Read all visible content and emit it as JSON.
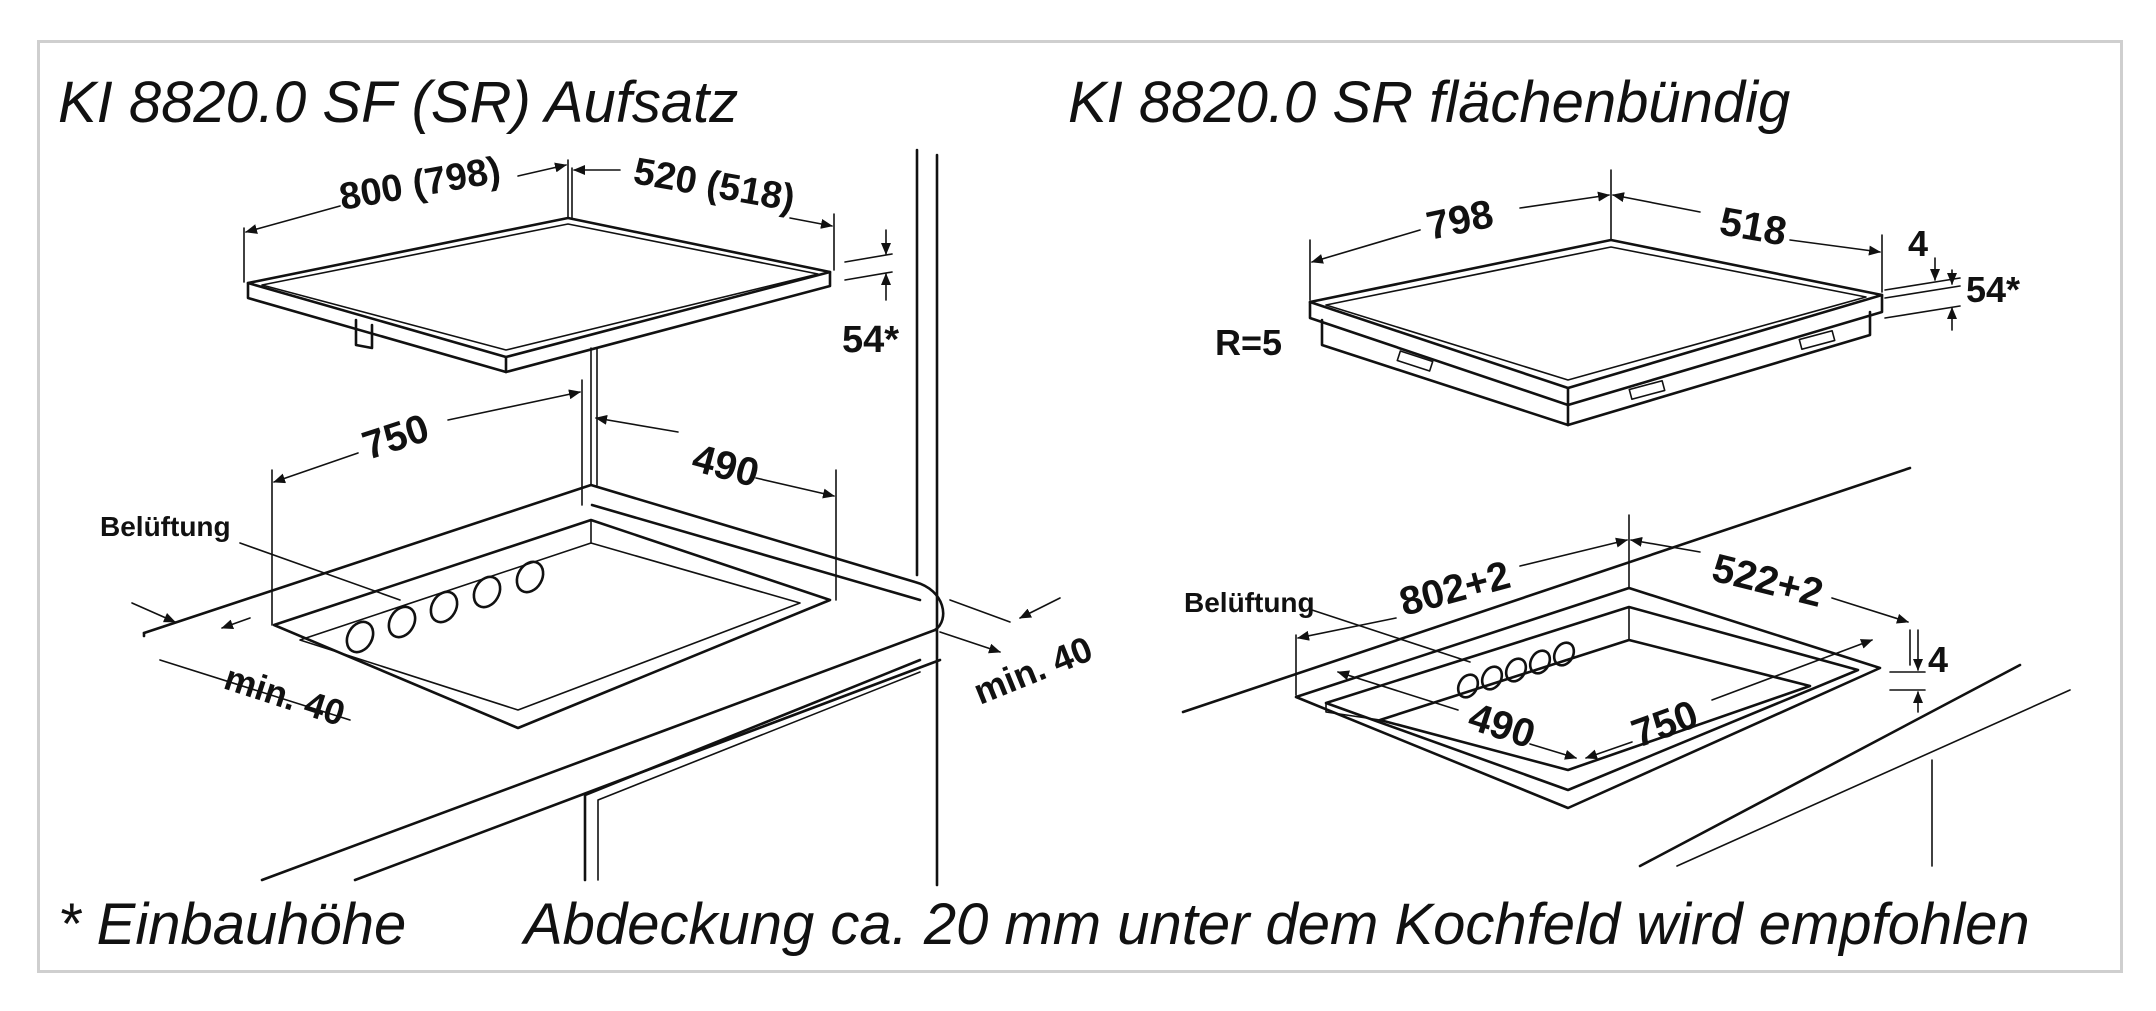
{
  "titles": {
    "left": "KI 8820.0 SF (SR) Aufsatz",
    "right": "KI 8820.0 SR flächenbündig"
  },
  "left_hob": {
    "width": "800 (798)",
    "depth": "520 (518)",
    "height": "54*"
  },
  "left_cutout": {
    "width": "750",
    "depth": "490",
    "ventilation_label": "Belüftung",
    "min_front": "min. 40",
    "min_side": "min. 40"
  },
  "right_hob": {
    "width": "798",
    "depth": "518",
    "radius": "R=5",
    "glass_step": "4",
    "height": "54*"
  },
  "right_cutout": {
    "ventilation_label": "Belüftung",
    "width": "802+2",
    "depth": "522+2",
    "step": "4",
    "inner_depth": "490",
    "inner_width": "750"
  },
  "footer": {
    "footnote": "* Einbauhöhe",
    "note": "Abdeckung ca. 20 mm unter dem Kochfeld wird empfohlen"
  }
}
